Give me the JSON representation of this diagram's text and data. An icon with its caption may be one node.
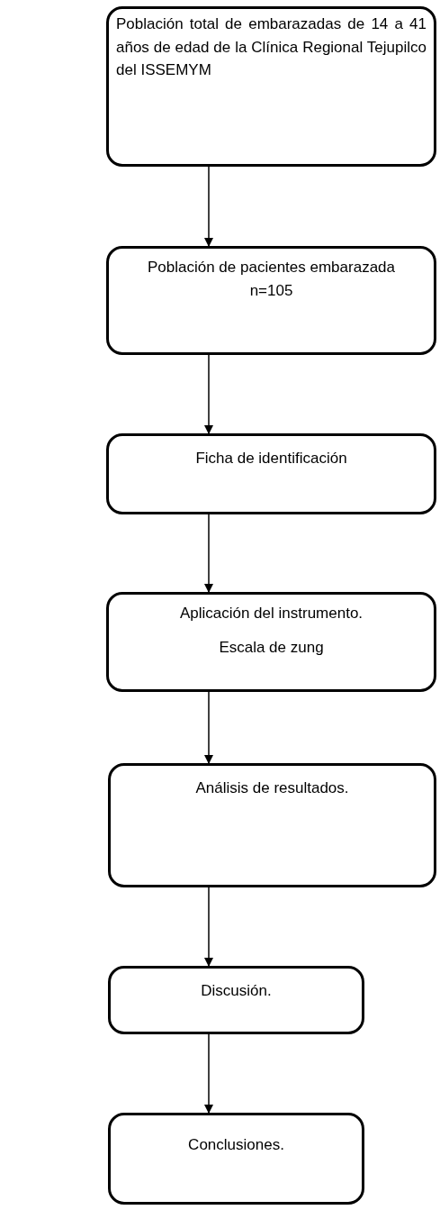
{
  "diagram": {
    "nodes": [
      {
        "text": [
          "Población total de embarazadas de 14 a 41 años de edad de la Clínica Regional Tejupilco del ISSEMYM"
        ]
      },
      {
        "text": [
          "Población de pacientes embarazada n=105"
        ]
      },
      {
        "text": [
          "Ficha de identificación"
        ]
      },
      {
        "text": [
          "Aplicación del instrumento.",
          "Escala de zung"
        ]
      },
      {
        "text": [
          "Análisis de resultados."
        ]
      },
      {
        "text": [
          "Discusión."
        ]
      },
      {
        "text": [
          "Conclusiones."
        ]
      }
    ],
    "edges": [
      {
        "from": 0,
        "to": 1,
        "arrow": "to"
      },
      {
        "from": 1,
        "to": 2,
        "arrow": "to"
      },
      {
        "from": 2,
        "to": 3,
        "arrow": "to"
      },
      {
        "from": 3,
        "to": 4,
        "arrow": "to"
      },
      {
        "from": 4,
        "to": 5,
        "arrow": "to"
      },
      {
        "from": 5,
        "to": 6,
        "arrow": "to"
      }
    ]
  }
}
